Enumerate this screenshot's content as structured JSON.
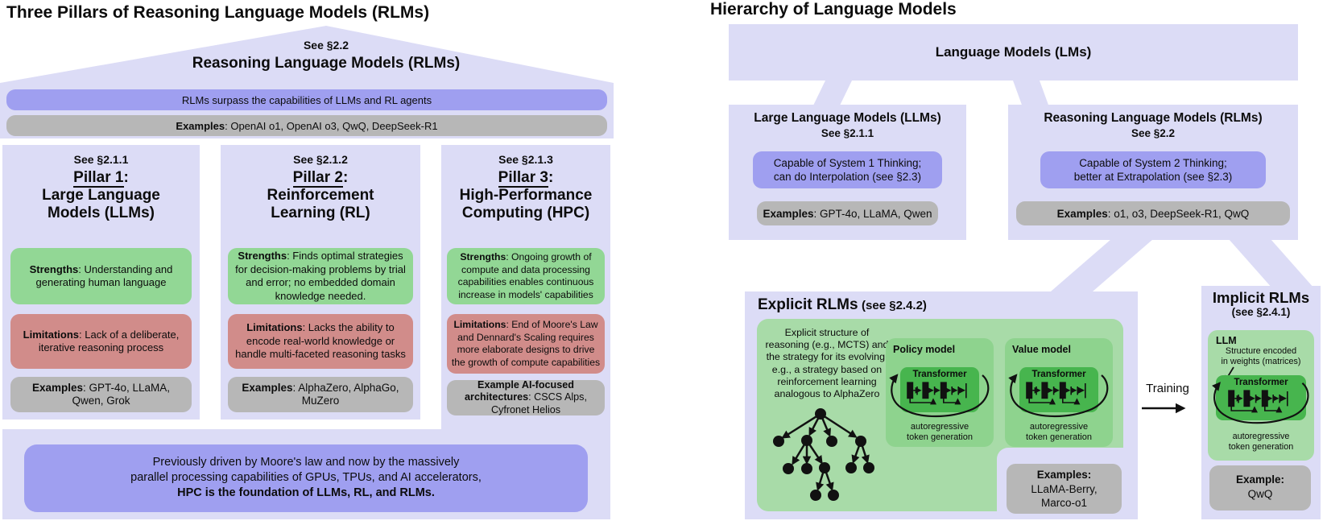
{
  "colors": {
    "lavender": "#dcdcf6",
    "periwinkle": "#9f9ff0",
    "gray": "#b7b7b7",
    "green": "#92d795",
    "red": "#d18c8a",
    "green_light": "#a8dba8",
    "green_mid": "#8ed38e",
    "green_dark": "#47b54e",
    "ink": "#0c0c0c"
  },
  "left": {
    "title": "Three Pillars of Reasoning Language Models (RLMs)",
    "roof": {
      "see": "See §2.2",
      "title": "Reasoning Language Models (RLMs)"
    },
    "surpass": "RLMs surpass the capabilities of LLMs and RL agents",
    "examples_label": "Examples",
    "examples_text": ": OpenAI o1, OpenAI o3, QwQ, DeepSeek-R1",
    "pillars": [
      {
        "see": "See §2.1.1",
        "pillar": "Pillar 1",
        "colon": ":",
        "line1": "Large Language",
        "line2": "Models (LLMs)",
        "strengths_label": "Strengths",
        "strengths_text": ": Understanding and generating human language",
        "limitations_label": "Limitations",
        "limitations_text": ": Lack of a deliberate, iterative reasoning process",
        "examples_label": "Examples",
        "examples_text": ": GPT-4o, LLaMA, Qwen, Grok"
      },
      {
        "see": "See §2.1.2",
        "pillar": "Pillar 2",
        "colon": ":",
        "line1": "Reinforcement",
        "line2": "Learning (RL)",
        "strengths_label": "Strengths",
        "strengths_text": ": Finds optimal strategies for decision-making problems by trial and error; no embedded domain knowledge needed.",
        "limitations_label": "Limitations",
        "limitations_text": ": Lacks the ability to encode real-world knowledge or handle multi-faceted reasoning tasks",
        "examples_label": "Examples",
        "examples_text": ": AlphaZero, AlphaGo, MuZero"
      },
      {
        "see": "See §2.1.3",
        "pillar": "Pillar 3",
        "colon": ":",
        "line1": "High-Performance",
        "line2": "Computing (HPC)",
        "strengths_label": "Strengths",
        "strengths_text": ": Ongoing growth of compute and data processing capabilities enables continuous increase in models' capabilities",
        "limitations_label": "Limitations",
        "limitations_text": ": End of Moore's Law and Dennard's Scaling requires more elaborate designs to drive the growth of compute capabilities",
        "examples_label": "Example AI-focused architectures",
        "examples_text": ": CSCS Alps, Cyfronet Helios"
      }
    ],
    "foundation": {
      "line1": "Previously driven by Moore's law and now by the massively",
      "line2": "parallel processing capabilities of GPUs, TPUs, and AI accelerators,",
      "line3": "HPC is the foundation of LLMs, RL, and RLMs."
    }
  },
  "right": {
    "title": "Hierarchy of Language Models",
    "lms": "Language Models (LMs)",
    "llms": {
      "title": "Large Language Models (LLMs)",
      "see": "See §2.1.1",
      "cap1": "Capable of System 1 Thinking;",
      "cap2": "can do Interpolation (see §2.3)",
      "examples_label": "Examples",
      "examples_text": ": GPT-4o, LLaMA, Qwen"
    },
    "rlms": {
      "title": "Reasoning Language Models (RLMs)",
      "see": "See §2.2",
      "cap1": "Capable of System 2 Thinking;",
      "cap2": "better at Extrapolation (see §2.3)",
      "examples_label": "Examples",
      "examples_text": ": o1, o3, DeepSeek-R1, QwQ"
    },
    "explicit": {
      "title": "Explicit RLMs",
      "see": "(see §2.4.2)",
      "description": "Explicit structure of reasoning (e.g., MCTS) and the strategy for its evolving, e.g., a strategy based on reinforcement learning analogous to AlphaZero",
      "policy_label": "Policy model",
      "value_label": "Value model",
      "transformer": "Transformer",
      "auto1": "autoregressive",
      "auto2": "token generation",
      "examples_label": "Examples:",
      "examples_line1": "LLaMA-Berry,",
      "examples_line2": "Marco-o1"
    },
    "training": "Training",
    "implicit": {
      "title": "Implicit RLMs",
      "see": "(see §2.4.1)",
      "llm": "LLM",
      "structure1": "Structure encoded",
      "structure2": "in weights (matrices)",
      "transformer": "Transformer",
      "auto1": "autoregressive",
      "auto2": "token generation",
      "example_label": "Example:",
      "example_text": "QwQ"
    }
  }
}
